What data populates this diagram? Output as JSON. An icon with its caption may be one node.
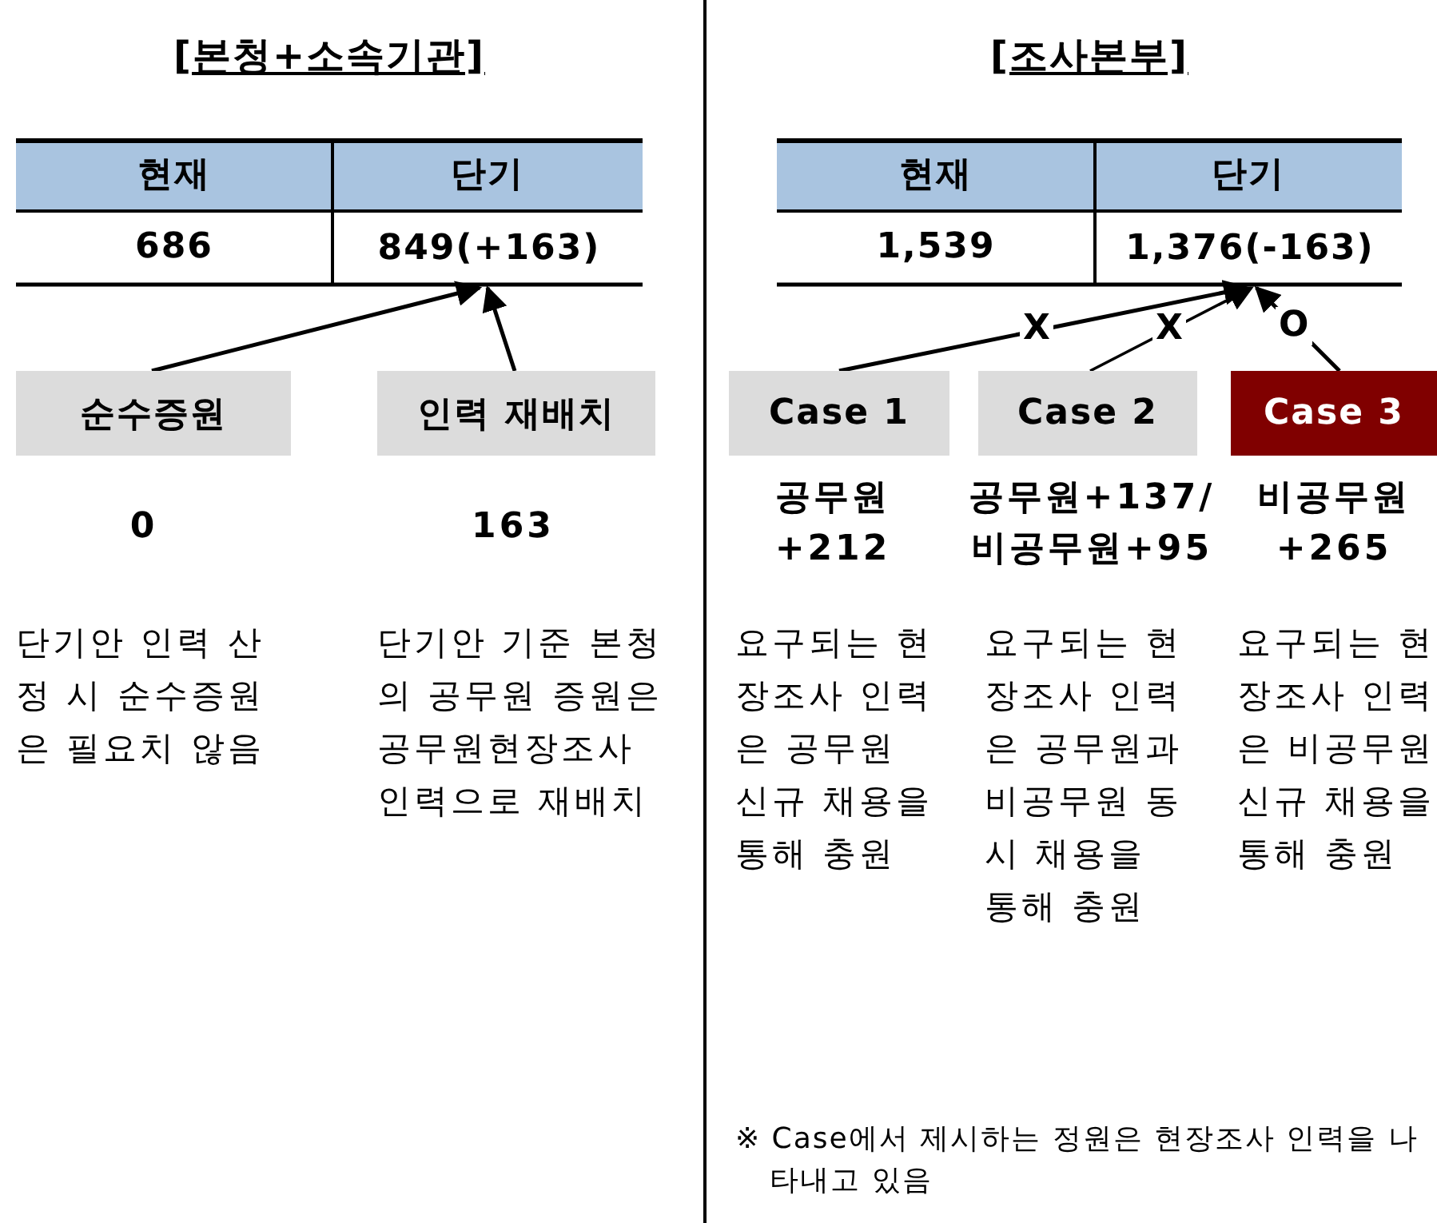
{
  "diagram": {
    "nodes": [
      {
        "text": [
          "849(+163)"
        ]
      },
      {
        "text": [
          "순수증원"
        ],
        "beside": [
          "0",
          "단기안 인력 산정 시 순수증원은 필요치 않음"
        ]
      },
      {
        "text": [
          "인력 재배치"
        ],
        "beside": [
          "163",
          "단기안 기준 본청의 공무원 증원은 공무원현장조사 인력으로 재배치"
        ]
      },
      {
        "text": [
          "1,376(-163)"
        ]
      },
      {
        "text": [
          "Case 1"
        ],
        "beside": [
          "공무원 +212",
          "요구되는 현장조사 인력은 공무원 신규 채용을 통해 충원"
        ]
      },
      {
        "text": [
          "Case 2"
        ],
        "beside": [
          "공무원+137/ 비공무원+95",
          "요구되는 현장조사 인력은 공무원과 비공무원 동시 채용을 통해 충원"
        ]
      },
      {
        "text": [
          "Case 3"
        ],
        "beside": [
          "비공무원 +265",
          "요구되는 현장조사 인력은 비공무원 신규 채용을 통해 충원"
        ]
      }
    ],
    "edges": [
      {
        "from": 1,
        "to": 0,
        "arrow": "to"
      },
      {
        "from": 2,
        "to": 0,
        "arrow": "to"
      },
      {
        "from": 4,
        "to": 3,
        "arrow": "to",
        "label": "X"
      },
      {
        "from": 5,
        "to": 3,
        "arrow": "to",
        "label": "X"
      },
      {
        "from": 6,
        "to": 3,
        "arrow": "to",
        "label": "O"
      }
    ],
    "labels": [
      "[본청+소속기관]",
      "현재",
      "단기",
      "686",
      "[조사본부]",
      "현재",
      "단기",
      "1,539",
      "※ Case에서 제시하는 정원은 현장조사 인력을 나타내고 있음"
    ]
  }
}
